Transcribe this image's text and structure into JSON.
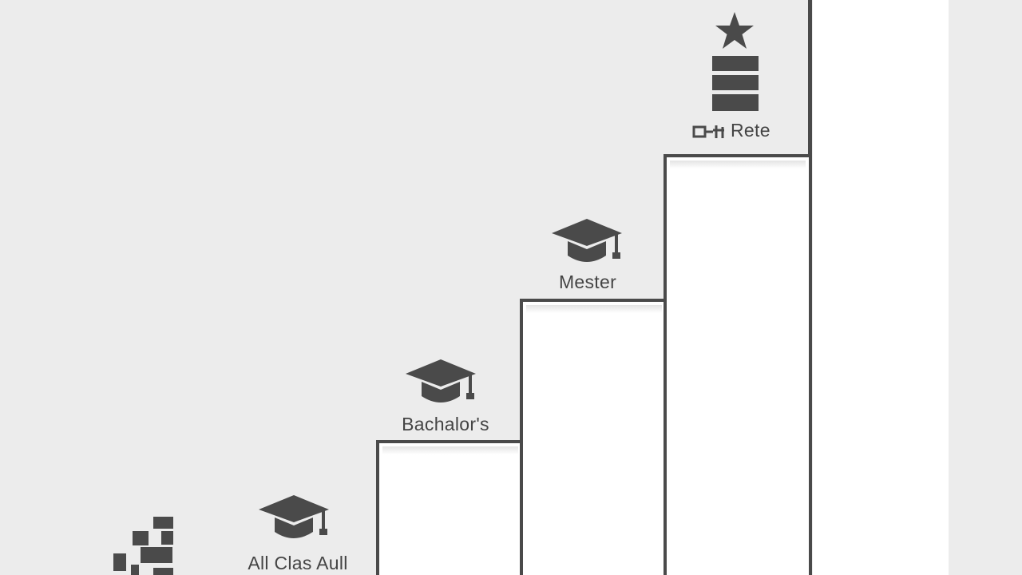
{
  "steps": [
    {
      "label": "All Clas Aull",
      "icon": "blocks-icon + graduation-cap-icon"
    },
    {
      "label": "Bachalor's",
      "icon": "graduation-cap-icon"
    },
    {
      "label": "Mester",
      "icon": "graduation-cap-icon"
    },
    {
      "label": "Rete",
      "icon": "star-on-stack-icon"
    }
  ],
  "colors": {
    "background": "#ececec",
    "stair_fill": "#ffffff",
    "outline": "#4a4a4a",
    "icon": "#4a4a4a"
  }
}
